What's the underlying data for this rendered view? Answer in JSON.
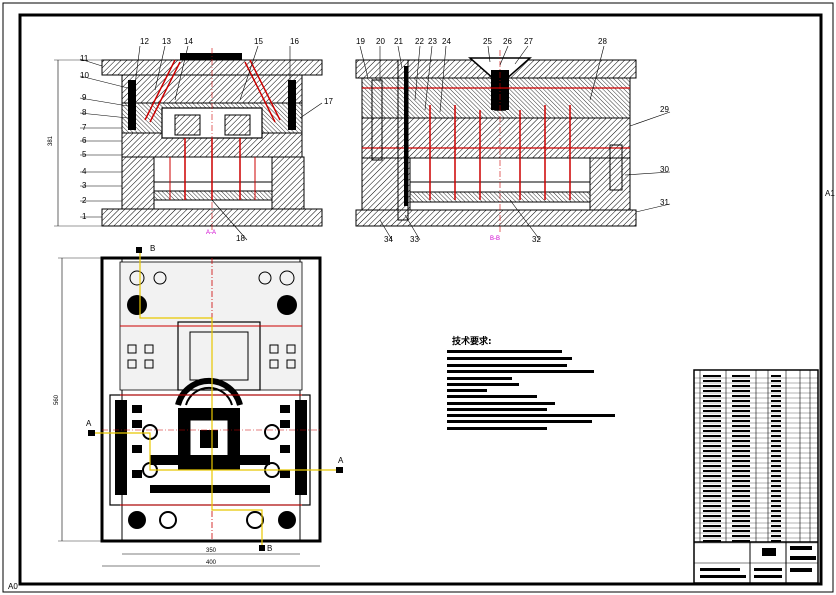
{
  "sheet": {
    "corner_bottom_left": "A0",
    "corner_right": "A1"
  },
  "views": {
    "view_aa_label": "A-A",
    "view_bb_label": "B-B",
    "section_a": "A",
    "section_b": "B"
  },
  "dimensions": {
    "height_left": "381",
    "plan_height": "560",
    "plan_inner_width": "350",
    "plan_outer_width": "400"
  },
  "part_numbers_left": [
    "1",
    "2",
    "3",
    "4",
    "5",
    "6",
    "7",
    "8",
    "9",
    "10",
    "11",
    "12",
    "13",
    "14",
    "15",
    "16",
    "17",
    "18"
  ],
  "part_numbers_right": [
    "19",
    "20",
    "21",
    "22",
    "23",
    "24",
    "25",
    "26",
    "27",
    "28",
    "29",
    "30",
    "31",
    "32",
    "33",
    "34"
  ],
  "technical_requirements": {
    "title": "技术要求:"
  }
}
